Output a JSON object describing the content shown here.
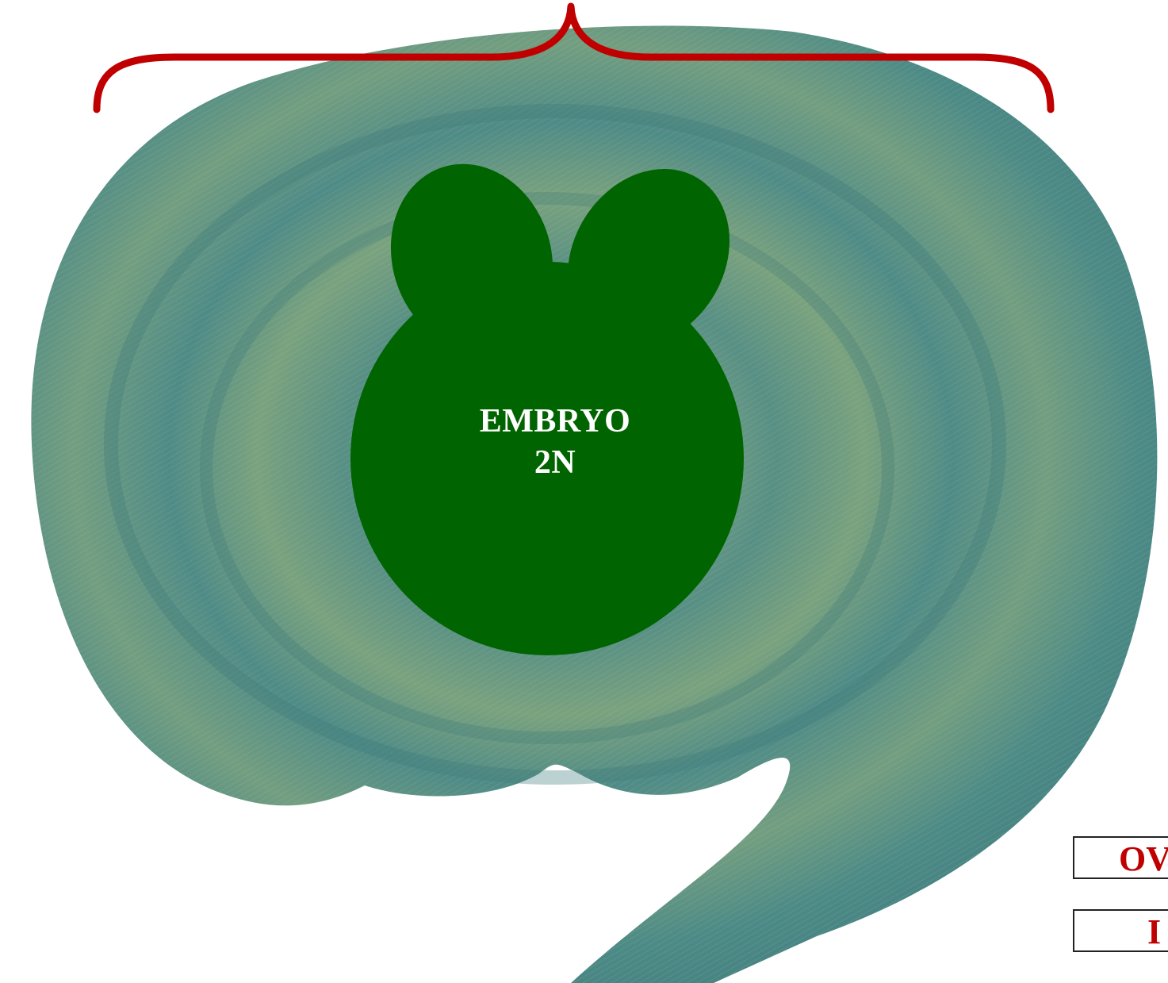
{
  "embryo": {
    "label_line1": "EMBRYO",
    "label_line2": "2N",
    "fill_color": "#006400"
  },
  "seed_tissue": {
    "base_color": "#4e8f86",
    "ring_color": "#7ea274"
  },
  "brace": {
    "color": "#c00000"
  },
  "side_labels": [
    {
      "text": "OV"
    },
    {
      "text": "I"
    }
  ],
  "colors": {
    "label_text": "#c00000",
    "label_border": "#222222",
    "embryo_text": "#ffffff"
  }
}
